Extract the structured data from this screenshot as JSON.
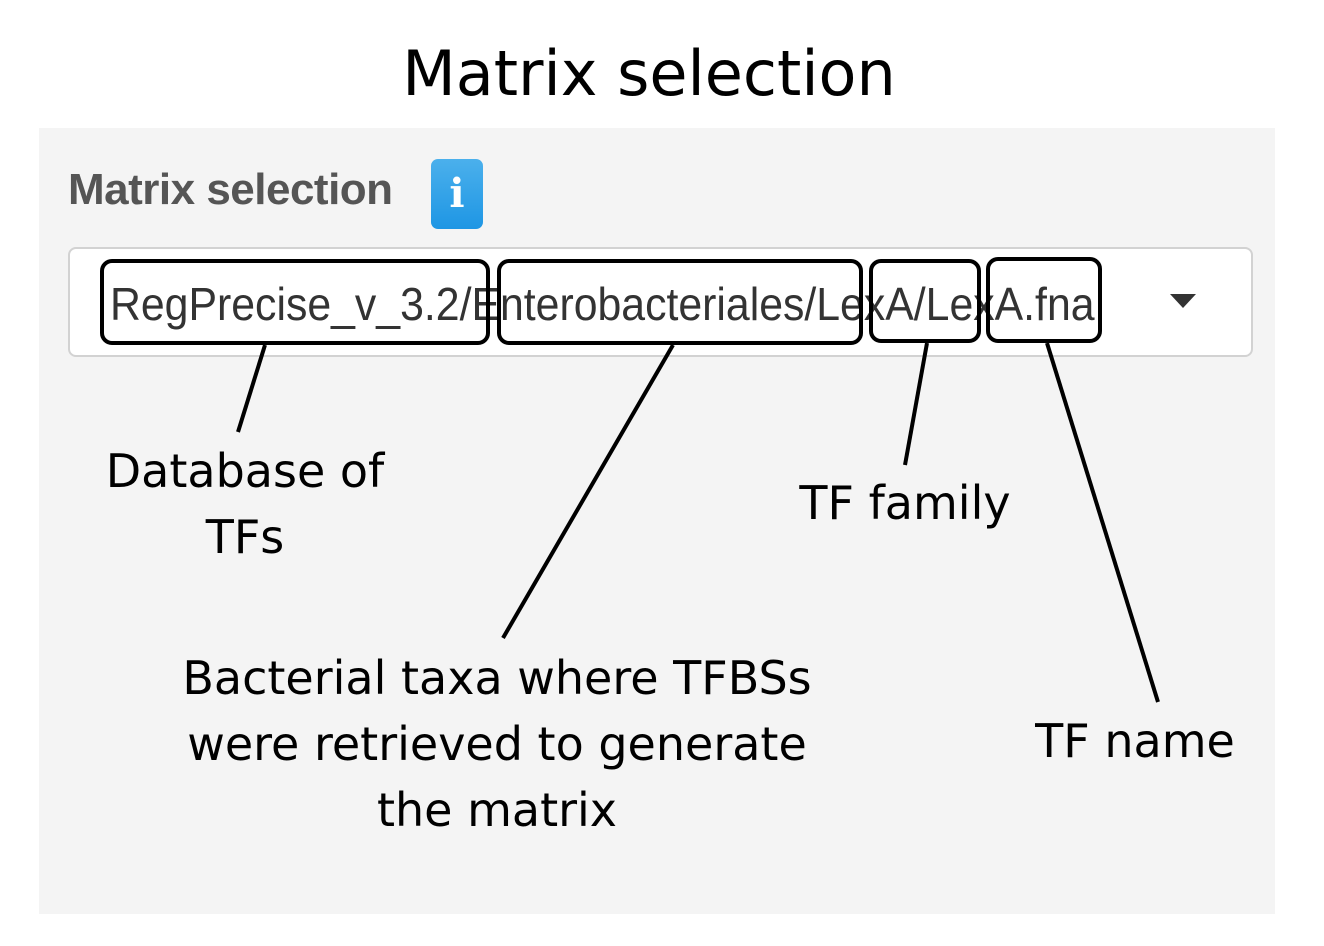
{
  "title": "Matrix selection",
  "panel": {
    "label": "Matrix selection",
    "info_icon": "i",
    "select_value": "RegPrecise_v_3.2/Enterobacteriales/LexA/LexA.fna",
    "info_color": "#2a9fe8"
  },
  "annotations": {
    "database": [
      "Database of",
      "TFs"
    ],
    "taxa": [
      "Bacterial taxa where TFBSs",
      "were retrieved to generate",
      "the matrix"
    ],
    "family": "TF family",
    "name": "TF name"
  }
}
